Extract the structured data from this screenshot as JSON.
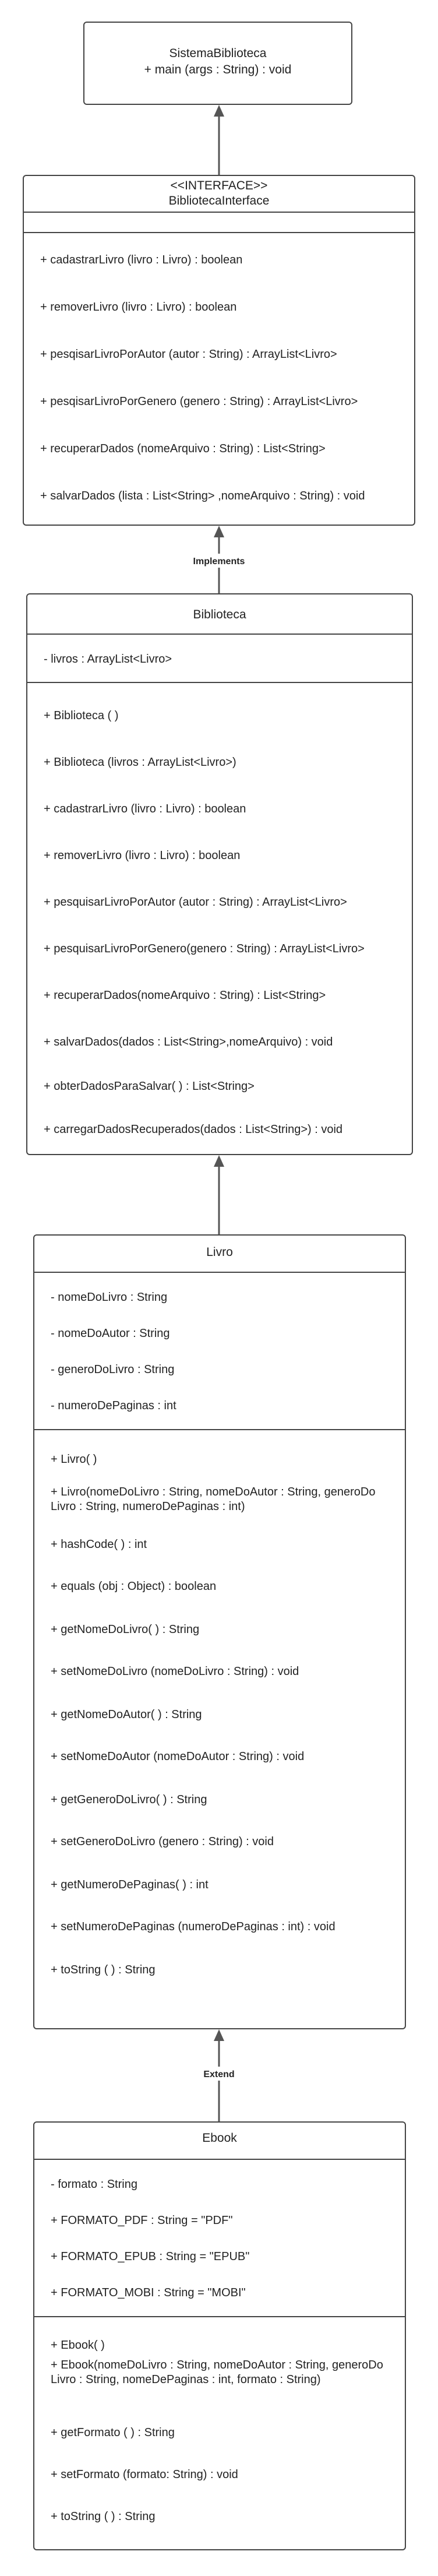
{
  "classes": {
    "sistema": {
      "name": "SistemaBiblioteca",
      "methods": [
        "+ main (args : String) : void"
      ]
    },
    "interface": {
      "stereotype": "<<INTERFACE>>",
      "name": "BibliotecaInterface",
      "methods": [
        "+ cadastrarLivro (livro : Livro) : boolean",
        "+ removerLivro (livro : Livro) : boolean",
        "+ pesqisarLivroPorAutor (autor : String) : ArrayList<Livro>",
        "+ pesqisarLivroPorGenero (genero : String) : ArrayList<Livro>",
        "+ recuperarDados (nomeArquivo : String) : List<String>",
        "+ salvarDados (lista : List<String> ,nomeArquivo : String) : void"
      ]
    },
    "biblioteca": {
      "name": "Biblioteca",
      "attributes": [
        "- livros : ArrayList<Livro>"
      ],
      "methods": [
        "+ Biblioteca ( )",
        "+ Biblioteca (livros : ArrayList<Livro>)",
        "+ cadastrarLivro (livro : Livro) : boolean",
        "+ removerLivro (livro : Livro) : boolean",
        "+ pesquisarLivroPorAutor (autor : String) : ArrayList<Livro>",
        "+ pesquisarLivroPorGenero(genero : String) : ArrayList<Livro>",
        "+ recuperarDados(nomeArquivo : String) : List<String>",
        "+ salvarDados(dados : List<String>,nomeArquivo) : void",
        "+ obterDadosParaSalvar( ) : List<String>",
        "+ carregarDadosRecuperados(dados : List<String>) : void"
      ]
    },
    "livro": {
      "name": "Livro",
      "attributes": [
        "- nomeDoLivro : String",
        "- nomeDoAutor : String",
        "- generoDoLivro : String",
        "- numeroDePaginas : int"
      ],
      "methods": [
        "+ Livro( )",
        "+ Livro(nomeDoLivro : String, nomeDoAutor : String, generoDo Livro : String, numeroDePaginas : int)",
        "+ hashCode( ) : int",
        "+ equals (obj : Object) : boolean",
        "+ getNomeDoLivro( ) : String",
        "+ setNomeDoLivro (nomeDoLivro : String) : void",
        "+ getNomeDoAutor( ) : String",
        "+ setNomeDoAutor (nomeDoAutor : String) : void",
        "+ getGeneroDoLivro( ) : String",
        "+ setGeneroDoLivro (genero : String) : void",
        "+ getNumeroDePaginas( ) : int",
        "+ setNumeroDePaginas (numeroDePaginas : int) : void",
        "+ toString ( ) : String"
      ]
    },
    "ebook": {
      "name": "Ebook",
      "attributes": [
        "- formato : String",
        "+ FORMATO_PDF : String = \"PDF\"",
        "+ FORMATO_EPUB : String = \"EPUB\"",
        "+ FORMATO_MOBI : String = \"MOBI\""
      ],
      "methods": [
        "+ Ebook( )",
        "+ Ebook(nomeDoLivro : String, nomeDoAutor : String, generoDo Livro : String, nomeDePaginas : int, formato : String)",
        "+ getFormato ( ) : String",
        "+ setFormato (formato: String) : void",
        "+ toString ( ) : String"
      ]
    }
  },
  "relations": {
    "implements_label": "Implements",
    "extend_label": "Extend"
  },
  "colors": {
    "border": "#444444",
    "text": "#222222",
    "arrow": "#555555"
  }
}
